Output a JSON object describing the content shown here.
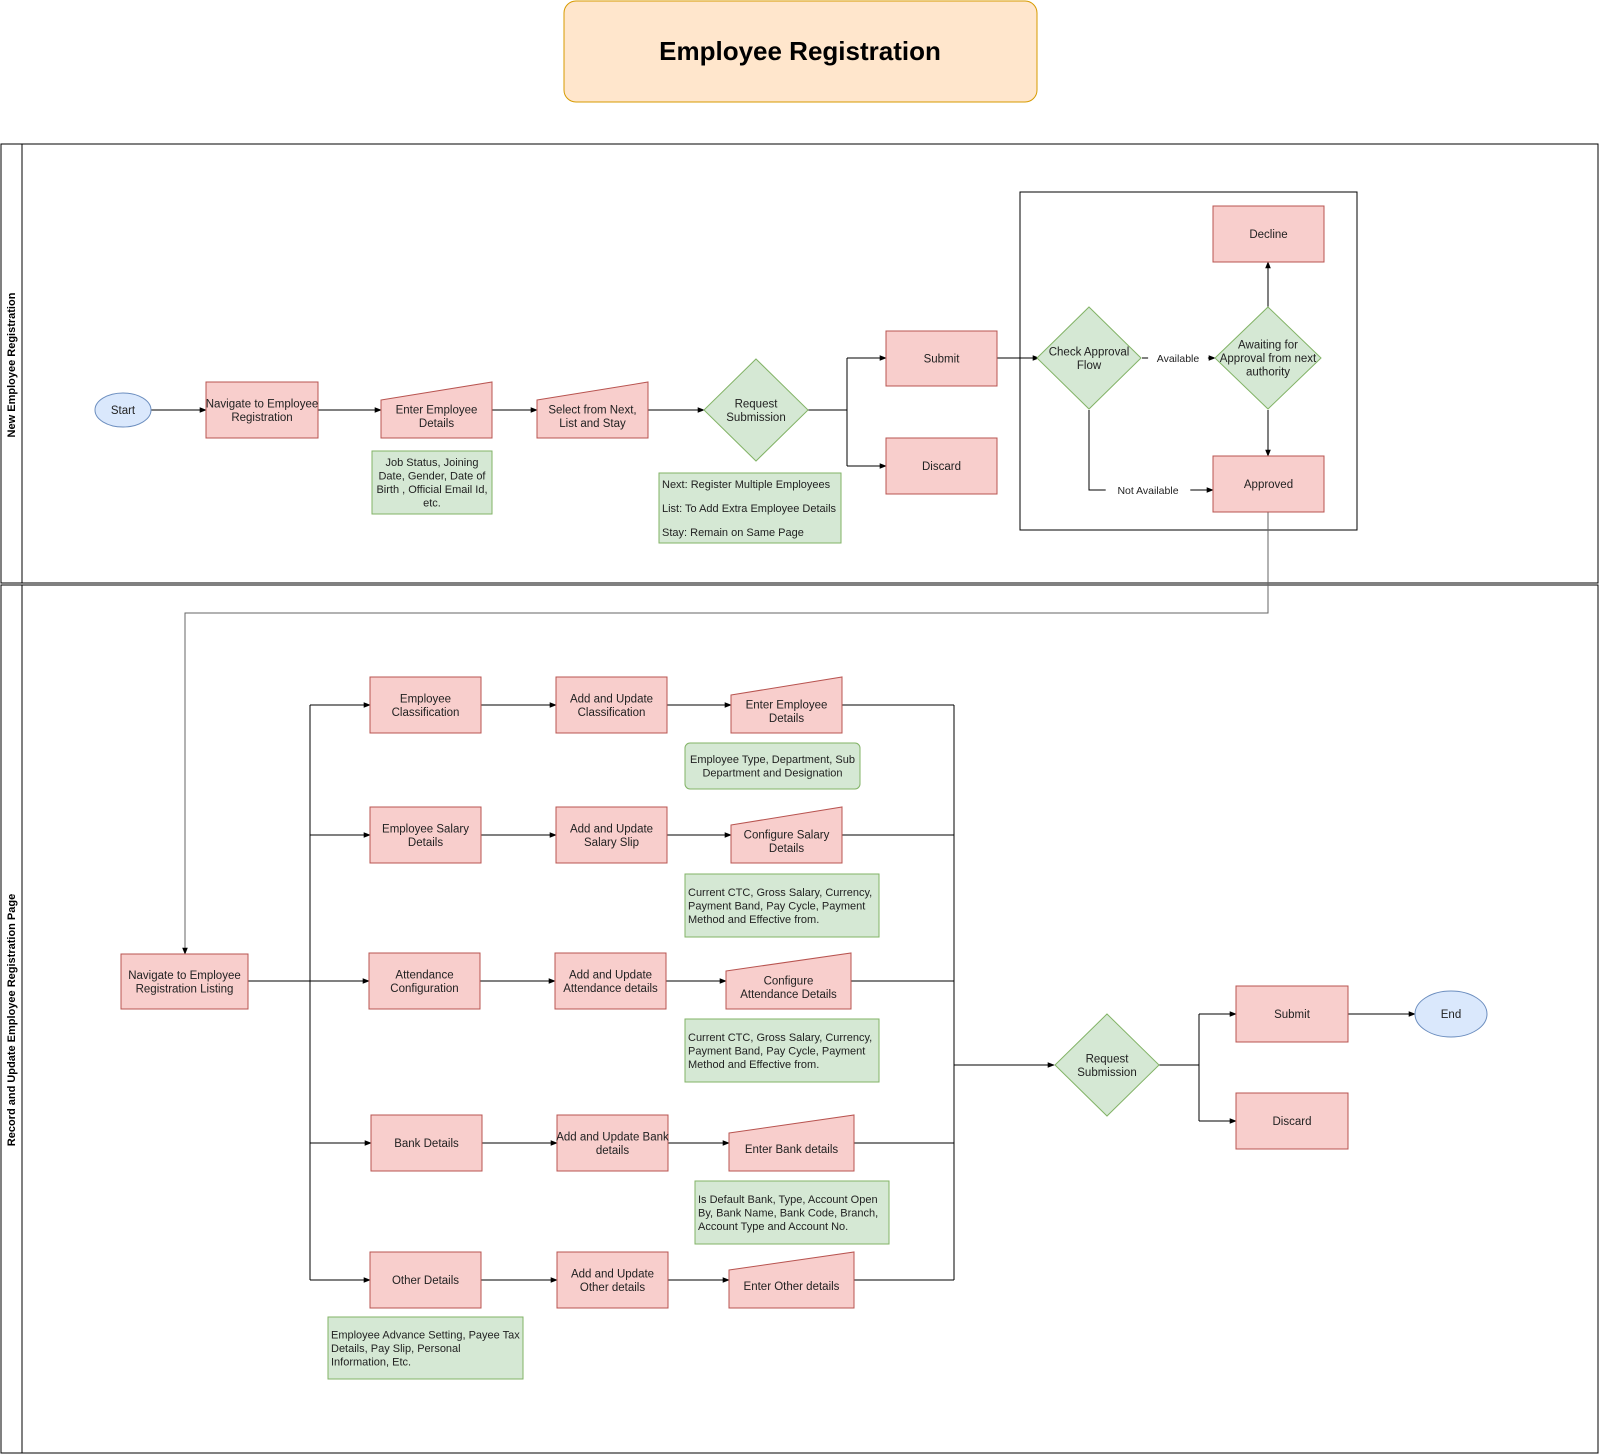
{
  "title": "Employee Registration",
  "colors": {
    "process_fill": "#f8cecc",
    "process_stroke": "#b85450",
    "decision_fill": "#d5e8d4",
    "decision_stroke": "#82b366",
    "note_fill": "#d5e8d4",
    "note_stroke": "#82b366",
    "terminal_fill": "#dae8fc",
    "terminal_stroke": "#6c8ebf",
    "title_fill": "#ffe6cc",
    "title_stroke": "#d79b00"
  },
  "lanes": {
    "top": "New Employee Registration",
    "bottom": "Record and Update Employee Registration Page"
  },
  "top_flow": {
    "start": "Start",
    "navigate": [
      "Navigate to Employee",
      "Registration"
    ],
    "enter_details": [
      "Enter Employee",
      "Details"
    ],
    "enter_details_note": [
      "Job Status, Joining",
      "Date, Gender, Date of",
      "Birth , Official Email Id,",
      "etc."
    ],
    "select_option": [
      "Select from Next,",
      "List and Stay"
    ],
    "request_submission": [
      "Request",
      "Submission"
    ],
    "options_note": [
      "Next: Register Multiple Employees",
      "List: To Add Extra Employee Details",
      "Stay: Remain on Same Page"
    ],
    "submit": "Submit",
    "discard": "Discard",
    "check_approval": [
      "Check Approval",
      "Flow"
    ],
    "available_label": "Available",
    "not_available_label": "Not Available",
    "awaiting": [
      "Awaiting for",
      "Approval from next",
      "authority"
    ],
    "decline": "Decline",
    "approved": "Approved"
  },
  "bottom_flow": {
    "navigate_listing": [
      "Navigate to Employee",
      "Registration Listing"
    ],
    "rows": [
      {
        "section": [
          "Employee",
          "Classification"
        ],
        "action": [
          "Add and Update",
          "Classification"
        ],
        "input": [
          "Enter Employee",
          "Details"
        ],
        "note": [
          "Employee Type, Department, Sub",
          "Department and Designation"
        ]
      },
      {
        "section": [
          "Employee Salary",
          "Details"
        ],
        "action": [
          "Add  and Update",
          "Salary Slip"
        ],
        "input": [
          "Configure Salary",
          "Details"
        ],
        "note": [
          "Current CTC, Gross Salary, Currency,",
          "Payment Band, Pay Cycle, Payment",
          "Method and Effective from."
        ]
      },
      {
        "section": [
          "Attendance",
          "Configuration"
        ],
        "action": [
          "Add and Update",
          "Attendance details"
        ],
        "input": [
          "Configure",
          "Attendance Details"
        ],
        "note": [
          "Current CTC, Gross Salary, Currency,",
          "Payment Band, Pay Cycle, Payment",
          "Method and Effective from."
        ]
      },
      {
        "section": [
          "Bank Details"
        ],
        "action": [
          "Add and Update Bank",
          "details"
        ],
        "input": [
          "Enter Bank details"
        ],
        "note": [
          "Is Default Bank, Type, Account Open",
          "By, Bank Name, Bank Code, Branch,",
          "Account Type and Account No."
        ]
      },
      {
        "section": [
          "Other Details"
        ],
        "action": [
          "Add and Update",
          "Other details"
        ],
        "input": [
          "Enter Other details"
        ],
        "note": [
          "Employee Advance Setting, Payee Tax",
          "Details, Pay Slip, Personal",
          "Information, Etc."
        ]
      }
    ],
    "request_submission": [
      "Request",
      "Submission"
    ],
    "submit": "Submit",
    "discard": "Discard",
    "end": "End"
  }
}
